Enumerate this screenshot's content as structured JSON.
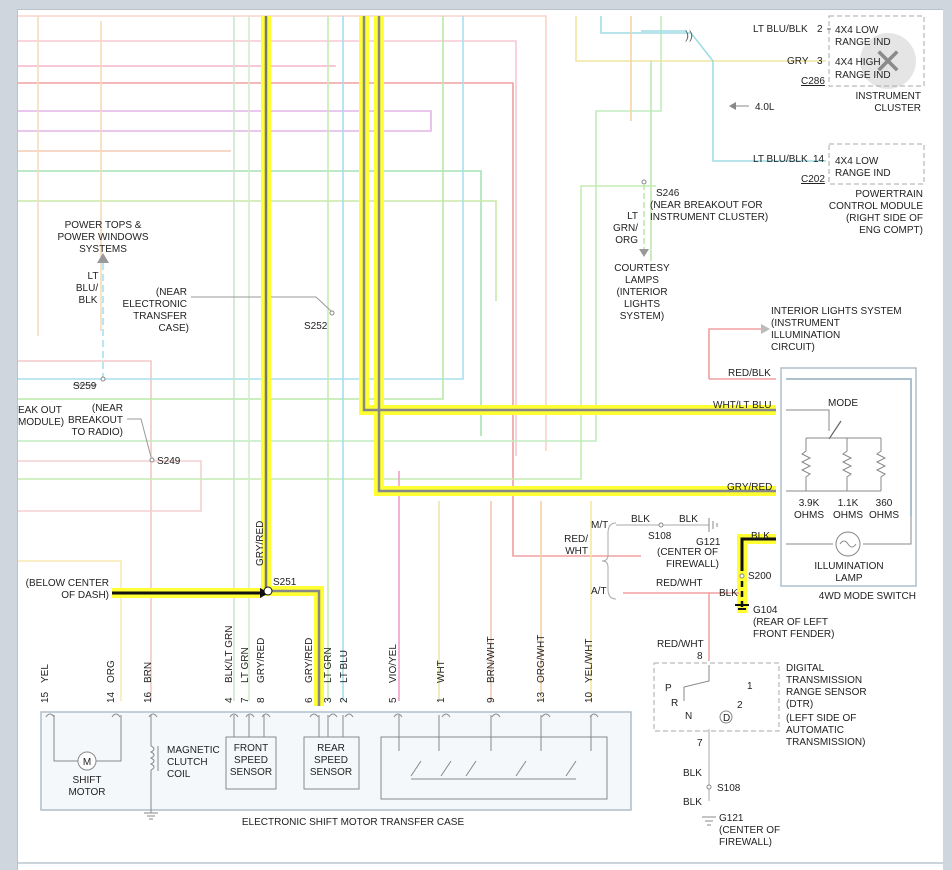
{
  "close_button": {
    "glyph": "✕"
  },
  "instrument_cluster": {
    "title": [
      "INSTRUMENT",
      "CLUSTER"
    ],
    "connector": "C286",
    "pins": [
      {
        "wire": "LT BLU/BLK",
        "num": "2",
        "label": [
          "4X4 LOW",
          "RANGE IND"
        ]
      },
      {
        "wire": "GRY",
        "num": "3",
        "label": [
          "4X4 HIGH",
          "RANGE IND"
        ]
      }
    ]
  },
  "engine_note": "4.0L",
  "pcm": {
    "title": [
      "POWERTRAIN",
      "CONTROL MODULE",
      "(RIGHT SIDE OF",
      "ENG COMPT)"
    ],
    "connector": "C202",
    "pin": {
      "wire": "LT BLU/BLK",
      "num": "14",
      "label": [
        "4X4 LOW",
        "RANGE IND"
      ]
    }
  },
  "splices": {
    "s246": [
      "S246",
      "(NEAR BREAKOUT FOR",
      "INSTRUMENT CLUSTER)"
    ],
    "s252_note": [
      "(NEAR",
      "ELECTRONIC",
      "TRANSFER",
      "CASE)"
    ],
    "s252": "S252",
    "s259": "S259",
    "s249_note": [
      "(NEAR",
      "BREAKOUT",
      "TO RADIO)"
    ],
    "s249": "S249",
    "s251": "S251",
    "s108": "S108",
    "s200": "S200"
  },
  "breakout_left": [
    "EAK OUT",
    "MODULE)"
  ],
  "power_tops": [
    "POWER TOPS &",
    "POWER WINDOWS",
    "SYSTEMS"
  ],
  "lt_blu_blk_vertical": [
    "LT",
    "BLU/",
    "BLK"
  ],
  "lt_grn_org_vertical": [
    "LT",
    "GRN/",
    "ORG"
  ],
  "courtesy_lamps": [
    "COURTESY",
    "LAMPS",
    "(INTERIOR",
    "LIGHTS",
    "SYSTEM)"
  ],
  "interior_lights": [
    "INTERIOR LIGHTS SYSTEM",
    "(INSTRUMENT",
    "ILLUMINATION",
    "CIRCUIT)"
  ],
  "switch": {
    "wires": [
      "RED/BLK",
      "WHT/LT BLU",
      "GRY/RED",
      "BLK"
    ],
    "mode": "MODE",
    "resistors": [
      "3.9K",
      "1.1K",
      "360"
    ],
    "ohms": "OHMS",
    "lamp": [
      "ILLUMINATION",
      "LAMP"
    ],
    "title": "4WD MODE SWITCH"
  },
  "below_center": [
    "(BELOW CENTER",
    "OF DASH)"
  ],
  "gry_red_vertical": "GRY/RED",
  "firewall_block": {
    "mt": "M/T",
    "at": "A/T",
    "red_wht_side": [
      "RED/",
      "WHT"
    ],
    "blk1": "BLK",
    "blk2": "BLK",
    "g121": [
      "G121",
      "(CENTER OF",
      "FIREWALL)"
    ],
    "red_wht_at": "RED/WHT",
    "blk_s200": "BLK",
    "g104": [
      "G104",
      "(REAR OF LEFT",
      "FRONT FENDER)"
    ]
  },
  "dtr": {
    "wire_top": "RED/WHT",
    "pin_top": "8",
    "pin_bot": "7",
    "positions": [
      "P",
      "R",
      "N",
      "D",
      "2",
      "1"
    ],
    "title": [
      "DIGITAL",
      "TRANSMISSION",
      "RANGE SENSOR",
      "(DTR)",
      "(LEFT SIDE OF",
      "AUTOMATIC",
      "TRANSMISSION)"
    ],
    "blk_a": "BLK",
    "s108": "S108",
    "blk_b": "BLK",
    "g121": [
      "G121",
      "(CENTER OF",
      "FIREWALL)"
    ]
  },
  "transfer_case": {
    "pins": [
      {
        "num": "15",
        "wire": "YEL"
      },
      {
        "num": "14",
        "wire": "ORG"
      },
      {
        "num": "16",
        "wire": "BRN"
      },
      {
        "num": "4",
        "wire": "BLK/LT GRN"
      },
      {
        "num": "7",
        "wire": "LT GRN"
      },
      {
        "num": "8",
        "wire": "GRY/RED"
      },
      {
        "num": "6",
        "wire": "GRY/RED"
      },
      {
        "num": "3",
        "wire": "LT GRN"
      },
      {
        "num": "2",
        "wire": "LT BLU"
      },
      {
        "num": "5",
        "wire": "VIO/YEL"
      },
      {
        "num": "1",
        "wire": "WHT"
      },
      {
        "num": "9",
        "wire": "BRN/WHT"
      },
      {
        "num": "13",
        "wire": "ORG/WHT"
      },
      {
        "num": "10",
        "wire": "YEL/WHT"
      }
    ],
    "shift_motor": [
      "SHIFT",
      "MOTOR"
    ],
    "motor_symbol": "M",
    "clutch": [
      "MAGNETIC",
      "CLUTCH",
      "COIL"
    ],
    "front_sensor": [
      "FRONT",
      "SPEED",
      "SENSOR"
    ],
    "rear_sensor": [
      "REAR",
      "SPEED",
      "SENSOR"
    ],
    "title": "ELECTRONIC SHIFT MOTOR TRANSFER CASE"
  },
  "colors": {
    "highlight": "#ffff33",
    "wire_dark": "#111111",
    "switch_box": "#aebfcc"
  }
}
